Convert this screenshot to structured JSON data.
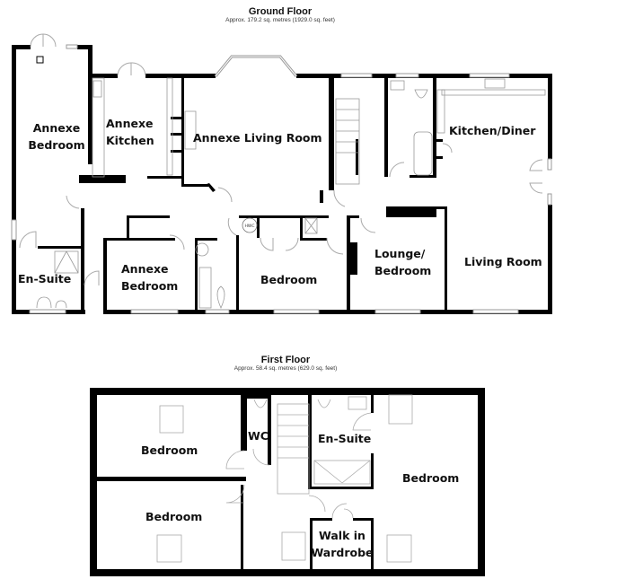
{
  "ground_floor": {
    "title": "Ground Floor",
    "area": "Approx. 179.2 sq. metres (1929.0 sq. feet)",
    "rooms": [
      {
        "name": "Annexe Bedroom",
        "line1": "Annexe",
        "line2": "Bedroom"
      },
      {
        "name": "Annexe Kitchen",
        "line1": "Annexe",
        "line2": "Kitchen"
      },
      {
        "name": "Annexe Living Room",
        "line1": "Annexe Living Room"
      },
      {
        "name": "Kitchen/Diner",
        "line1": "Kitchen/Diner"
      },
      {
        "name": "En-Suite",
        "line1": "En-Suite"
      },
      {
        "name": "Annexe Bedroom 2",
        "line1": "Annexe",
        "line2": "Bedroom"
      },
      {
        "name": "Bedroom",
        "line1": "Bedroom"
      },
      {
        "name": "Lounge/Bedroom",
        "line1": "Lounge/",
        "line2": "Bedroom"
      },
      {
        "name": "Living Room",
        "line1": "Living Room"
      }
    ],
    "fixtures": {
      "boiler": "HWC"
    }
  },
  "first_floor": {
    "title": "First Floor",
    "area": "Approx. 58.4 sq. metres (629.0 sq. feet)",
    "rooms": [
      {
        "name": "Bedroom",
        "line1": "Bedroom"
      },
      {
        "name": "WC",
        "line1": "WC"
      },
      {
        "name": "En-Suite",
        "line1": "En-Suite"
      },
      {
        "name": "Bedroom 2",
        "line1": "Bedroom"
      },
      {
        "name": "Bedroom 3",
        "line1": "Bedroom"
      },
      {
        "name": "Walk in Wardrobe",
        "line1": "Walk in",
        "line2": "Wardrobe"
      }
    ]
  },
  "colors": {
    "wall": "#000000",
    "fixture": "#9a9a9a",
    "window": "#cfcfcf",
    "background": "#ffffff"
  }
}
